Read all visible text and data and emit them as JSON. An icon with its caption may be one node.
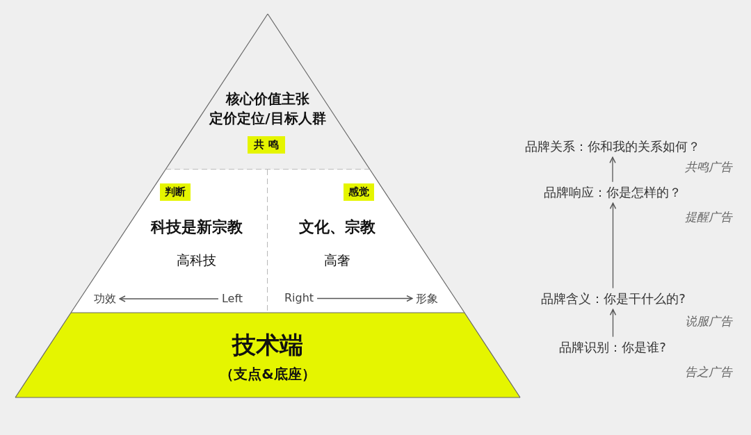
{
  "diagram": {
    "nodes": [
      {
        "text": [
          "核心价值主张",
          "定价定位/目标人群"
        ]
      },
      {
        "text": [
          "共 鸣"
        ],
        "in": 0
      },
      {
        "text": [
          "科技是新宗教",
          "高科技"
        ]
      },
      {
        "text": [
          "判断"
        ],
        "in": 2
      },
      {
        "text": [
          "功效"
        ],
        "in": 2
      },
      {
        "text": [
          "Left"
        ],
        "in": 2
      },
      {
        "text": [
          "文化、宗教",
          "高奢"
        ]
      },
      {
        "text": [
          "感觉"
        ],
        "in": 6
      },
      {
        "text": [
          "Right"
        ],
        "in": 6
      },
      {
        "text": [
          "形象"
        ],
        "in": 6
      },
      {
        "text": [
          "技术端",
          "（支点&底座）"
        ]
      },
      {
        "text": [
          "品牌关系：你和我的关系如何？"
        ],
        "beside": [
          "共鸣广告"
        ]
      },
      {
        "text": [
          "品牌响应：你是怎样的？"
        ],
        "beside": [
          "提醒广告"
        ]
      },
      {
        "text": [
          "品牌含义：你是干什么的?"
        ],
        "beside": [
          "说服广告"
        ]
      },
      {
        "text": [
          "品牌识别：你是谁?"
        ],
        "beside": [
          "告之广告"
        ]
      }
    ],
    "edges": [
      {
        "from": 5,
        "to": 4,
        "arrow": "to"
      },
      {
        "from": 8,
        "to": 9,
        "arrow": "to"
      },
      {
        "from": 14,
        "to": 13,
        "arrow": "to"
      },
      {
        "from": 13,
        "to": 12,
        "arrow": "to"
      },
      {
        "from": 12,
        "to": 11,
        "arrow": "to"
      }
    ]
  }
}
